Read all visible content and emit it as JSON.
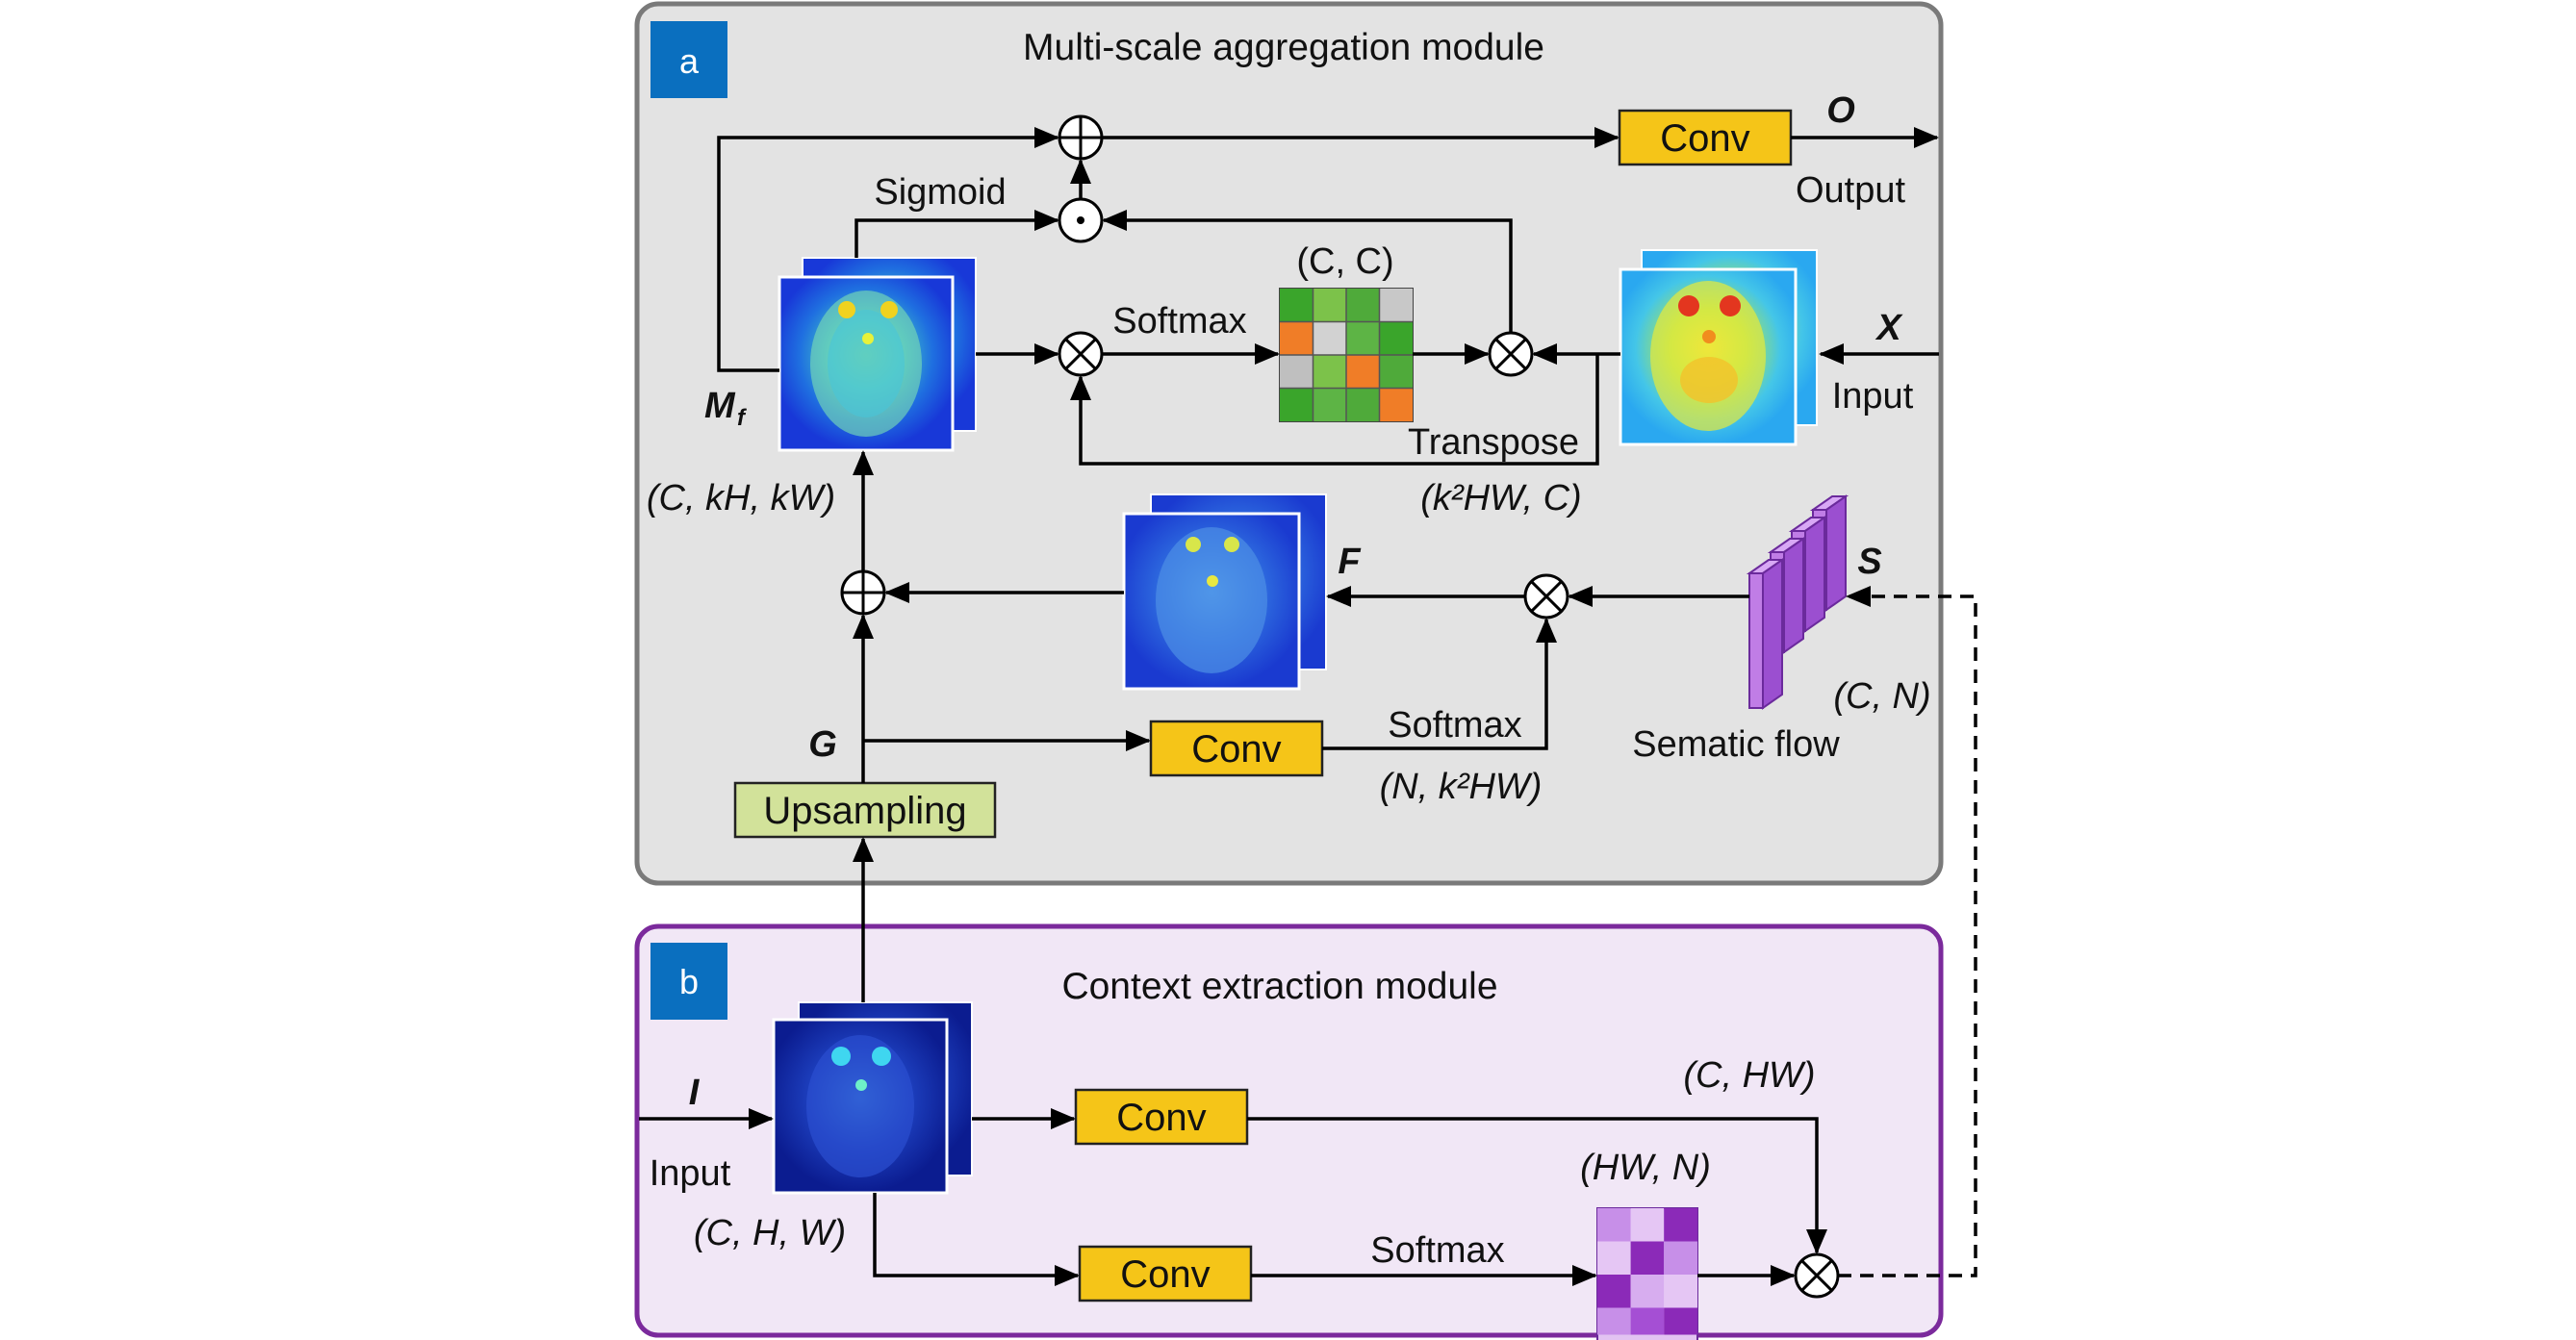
{
  "module_a": {
    "letter": "a",
    "title": "Multi-scale aggregation module",
    "conv_output": "Conv",
    "output_symbol": "O",
    "output_label": "Output",
    "sigmoid": "Sigmoid",
    "softmax_top": "Softmax",
    "cc_label": "(C, C)",
    "x_symbol": "X",
    "input_label": "Input",
    "mf_symbol": "M",
    "mf_sub": "f",
    "transpose": "Transpose",
    "k2hwc": "(k²HW, C)",
    "ckhkw": "(C, kH, kW)",
    "f_symbol": "F",
    "s_symbol": "S",
    "cn_label": "(C, N)",
    "semantic_flow": "Sematic flow",
    "g_symbol": "G",
    "conv_mid": "Conv",
    "softmax_mid": "Softmax",
    "nk2hw": "(N, k²HW)",
    "upsampling": "Upsampling"
  },
  "module_b": {
    "letter": "b",
    "title": "Context extraction module",
    "i_symbol": "I",
    "input_label": "Input",
    "chw": "(C, H, W)",
    "conv_top": "Conv",
    "conv_bottom": "Conv",
    "c_hw": "(C, HW)",
    "hw_n": "(HW, N)",
    "softmax": "Softmax"
  },
  "colors": {
    "panel_a_bg": "#e3e3e3",
    "panel_a_border": "#7a7a7a",
    "panel_b_bg": "#f1e7f6",
    "panel_b_border": "#7b2a9c",
    "letter_badge": "#0a6fbf",
    "conv_fill": "#f5c518",
    "upsampling_fill": "#d2e29a",
    "semantic_flow_fill": "#c07de6"
  }
}
